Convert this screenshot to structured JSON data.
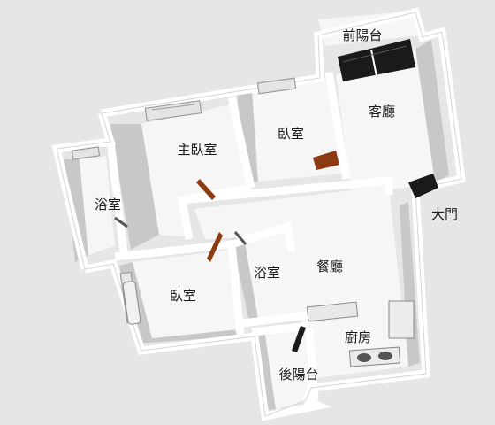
{
  "rooms": {
    "front_balcony": "前陽台",
    "living_room": "客廳",
    "bedroom_1": "臥室",
    "master_bedroom": "主臥室",
    "bathroom_1": "浴室",
    "main_door": "大門",
    "dining_room": "餐廳",
    "bathroom_2": "浴室",
    "bedroom_2": "臥室",
    "kitchen": "廚房",
    "rear_balcony": "後陽台"
  },
  "colors": {
    "background": "#e6e6e6",
    "wall_top": "#ffffff",
    "wall_side": "#c9c9c9",
    "floor": "#f6f6f6",
    "door_wood": "#8b3a12",
    "window_dark": "#1a1a1a"
  }
}
